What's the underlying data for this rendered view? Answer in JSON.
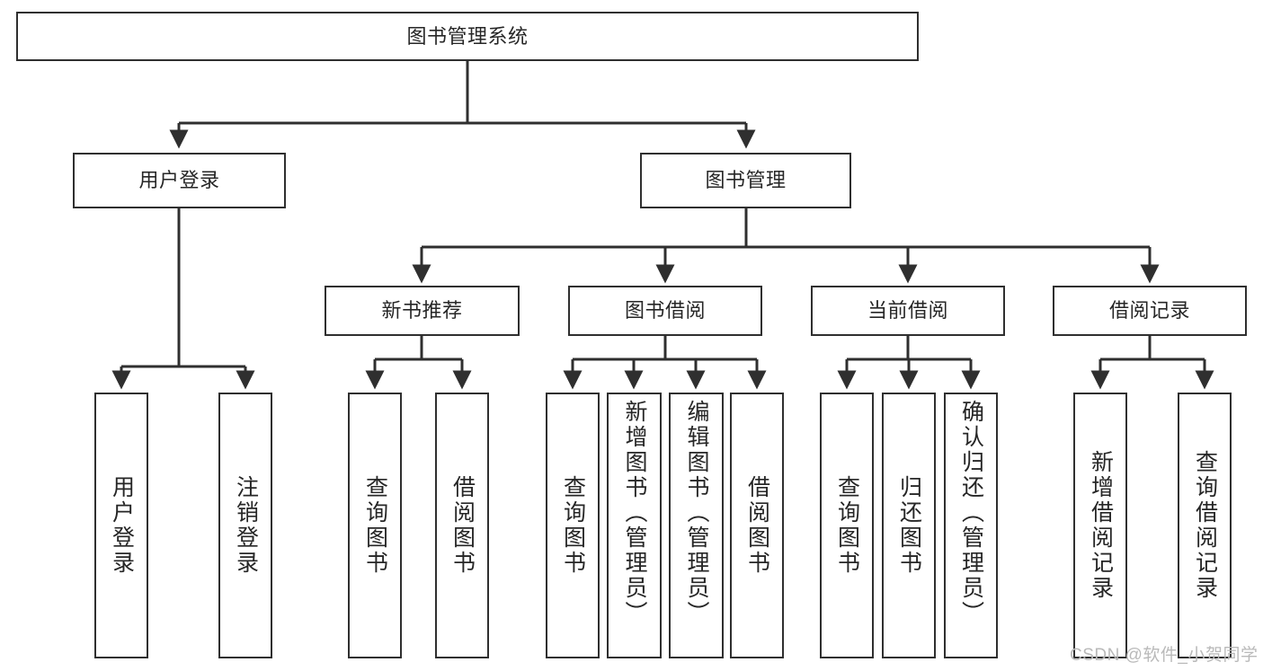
{
  "diagram": {
    "title": "图书管理系统",
    "type": "tree-hierarchy-diagram",
    "root": {
      "label": "图书管理系统"
    },
    "level2": [
      {
        "label": "用户登录"
      },
      {
        "label": "图书管理"
      }
    ],
    "level3": [
      {
        "label": "新书推荐"
      },
      {
        "label": "图书借阅"
      },
      {
        "label": "当前借阅"
      },
      {
        "label": "借阅记录"
      }
    ],
    "leaves": {
      "user_login": [
        {
          "label": "用户登录"
        },
        {
          "label": "注销登录"
        }
      ],
      "new_book_recommend": [
        {
          "label": "查询图书"
        },
        {
          "label": "借阅图书"
        }
      ],
      "book_borrow": [
        {
          "label": "查询图书"
        },
        {
          "label": "新增图书（管理员）"
        },
        {
          "label": "编辑图书（管理员）"
        },
        {
          "label": "借阅图书"
        }
      ],
      "current_borrow": [
        {
          "label": "查询图书"
        },
        {
          "label": "归还图书"
        },
        {
          "label": "确认归还（管理员）"
        }
      ],
      "borrow_record": [
        {
          "label": "新增借阅记录"
        },
        {
          "label": "查询借阅记录"
        }
      ]
    }
  },
  "watermark": {
    "text": "CSDN @软件_小贺同学"
  },
  "colors": {
    "stroke": "#2f2f2f",
    "background": "#ffffff",
    "text": "#262626",
    "watermark": "#b9b9b9"
  }
}
